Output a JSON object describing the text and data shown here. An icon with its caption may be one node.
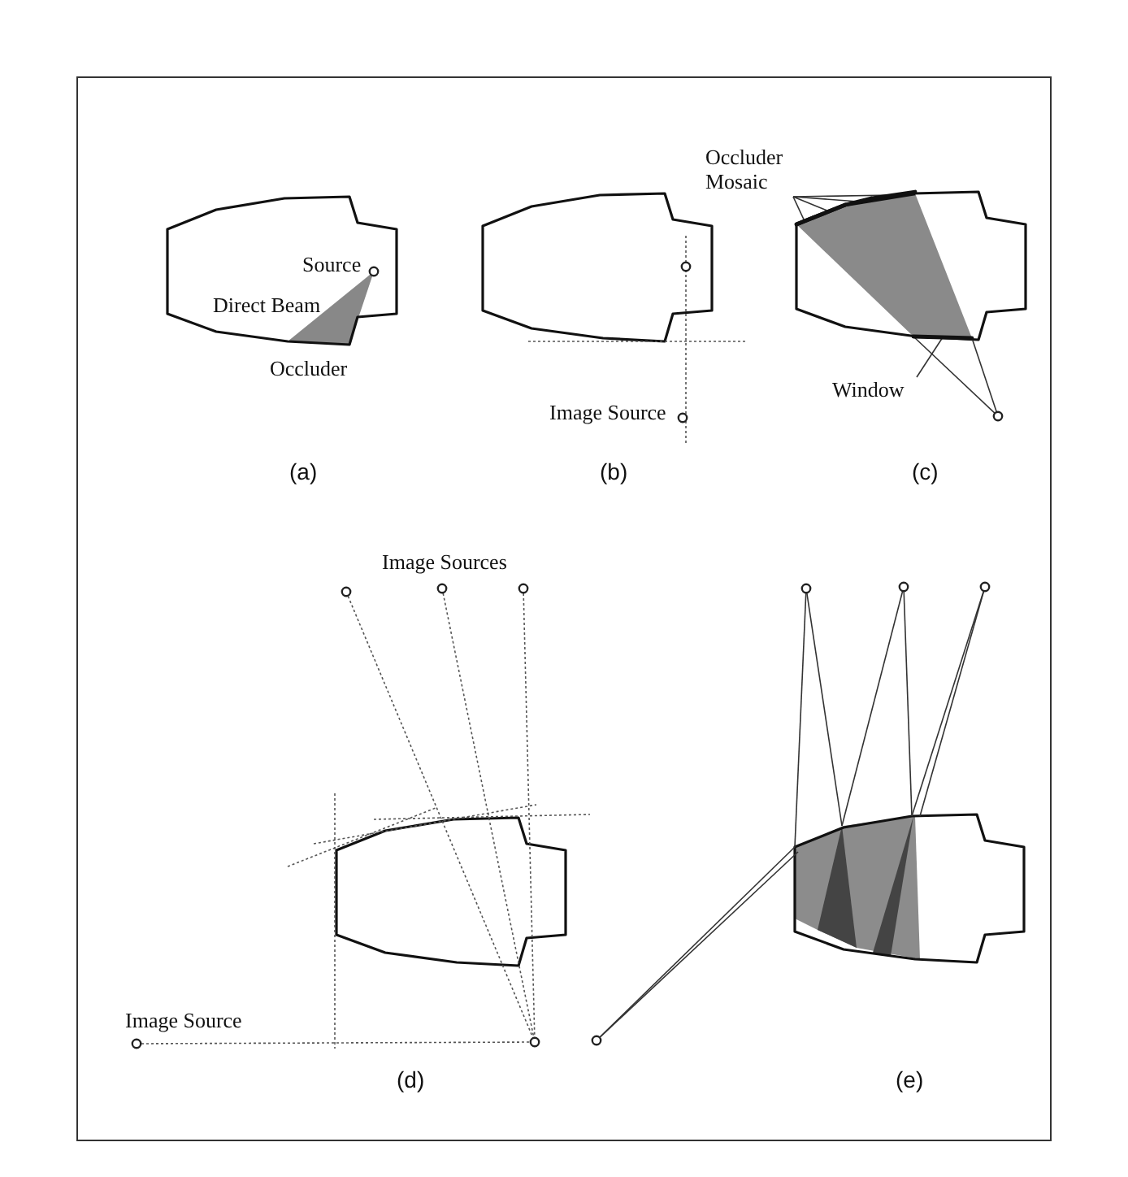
{
  "diagram": {
    "nodes": [
      {
        "text": [
          "Occluder Mosaic"
        ]
      },
      {
        "text": [],
        "shape": "line"
      },
      {
        "text": [],
        "shape": "line"
      },
      {
        "text": [],
        "shape": "line"
      },
      {
        "text": [],
        "shape": "line"
      },
      {
        "text": [
          "Window"
        ]
      },
      {
        "text": [],
        "shape": "line"
      }
    ],
    "edges": [
      {
        "from": 0,
        "to": 1,
        "arrow": "none"
      },
      {
        "from": 0,
        "to": 2,
        "arrow": "none"
      },
      {
        "from": 0,
        "to": 3,
        "arrow": "none"
      },
      {
        "from": 0,
        "to": 4,
        "arrow": "none"
      },
      {
        "from": 5,
        "to": 6,
        "arrow": "none"
      }
    ],
    "labels": [
      "Source",
      "Direct Beam",
      "Occluder",
      "(a)",
      "Image Source",
      "(b)",
      "(c)",
      "Image Sources",
      "Image Source",
      "(d)",
      "(e)"
    ]
  }
}
